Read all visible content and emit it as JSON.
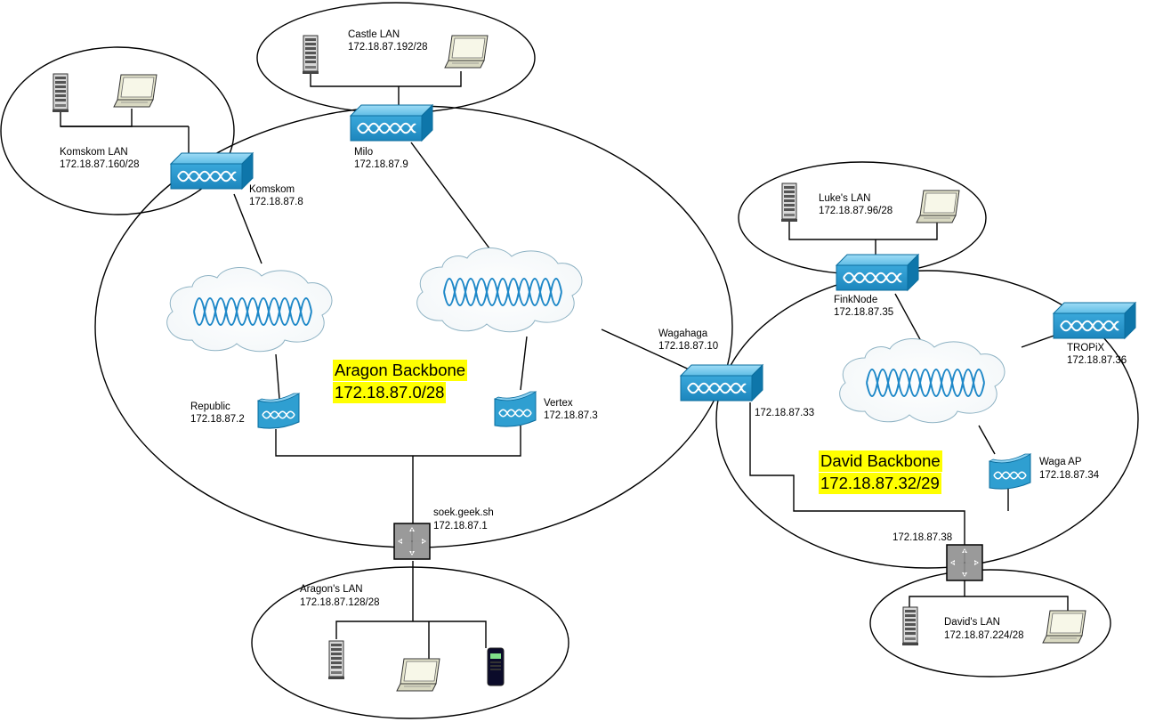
{
  "colors": {
    "device_blue": "#2f9fd1",
    "device_blue_dark": "#0b6d9e",
    "device_blue_light": "#6cc6ec",
    "wave": "#1e88c8",
    "highlight": "#ffff00",
    "router_gray": "#9a9a9a"
  },
  "backbones": {
    "aragon": {
      "name": "Aragon Backbone",
      "subnet": "172.18.87.0/28"
    },
    "david": {
      "name": "David Backbone",
      "subnet": "172.18.87.32/29"
    }
  },
  "lans": {
    "castle": {
      "name": "Castle LAN",
      "subnet": "172.18.87.192/28"
    },
    "komskom": {
      "name": "Komskom LAN",
      "subnet": "172.18.87.160/28"
    },
    "lukes": {
      "name": "Luke's LAN",
      "subnet": "172.18.87.96/28"
    },
    "aragons": {
      "name": "Aragon's LAN",
      "subnet": "172.18.87.128/28"
    },
    "davids": {
      "name": "David's LAN",
      "subnet": "172.18.87.224/28"
    }
  },
  "nodes": {
    "milo": {
      "name": "Milo",
      "ip": "172.18.87.9"
    },
    "komskom": {
      "name": "Komskom",
      "ip": "172.18.87.8"
    },
    "wagahaga": {
      "name": "Wagahaga",
      "ip": "172.18.87.10",
      "ip2": "172.18.87.33"
    },
    "republic": {
      "name": "Republic",
      "ip": "172.18.87.2"
    },
    "vertex": {
      "name": "Vertex",
      "ip": "172.18.87.3"
    },
    "soek": {
      "name": "soek.geek.sh",
      "ip": "172.18.87.1"
    },
    "finknode": {
      "name": "FinkNode",
      "ip": "172.18.87.35"
    },
    "tropix": {
      "name": "TROPiX",
      "ip": "172.18.87.36"
    },
    "waga_ap": {
      "name": "Waga AP",
      "ip": "172.18.87.34"
    },
    "david_router": {
      "ip": "172.18.87.38"
    }
  },
  "icons": {
    "server": "server-icon",
    "laptop": "laptop-icon",
    "phone": "pda-phone-icon",
    "wireless_bridge": "wireless-bridge-icon",
    "access_point": "access-point-icon",
    "cloud": "wireless-cloud-icon",
    "router": "router-icon"
  }
}
